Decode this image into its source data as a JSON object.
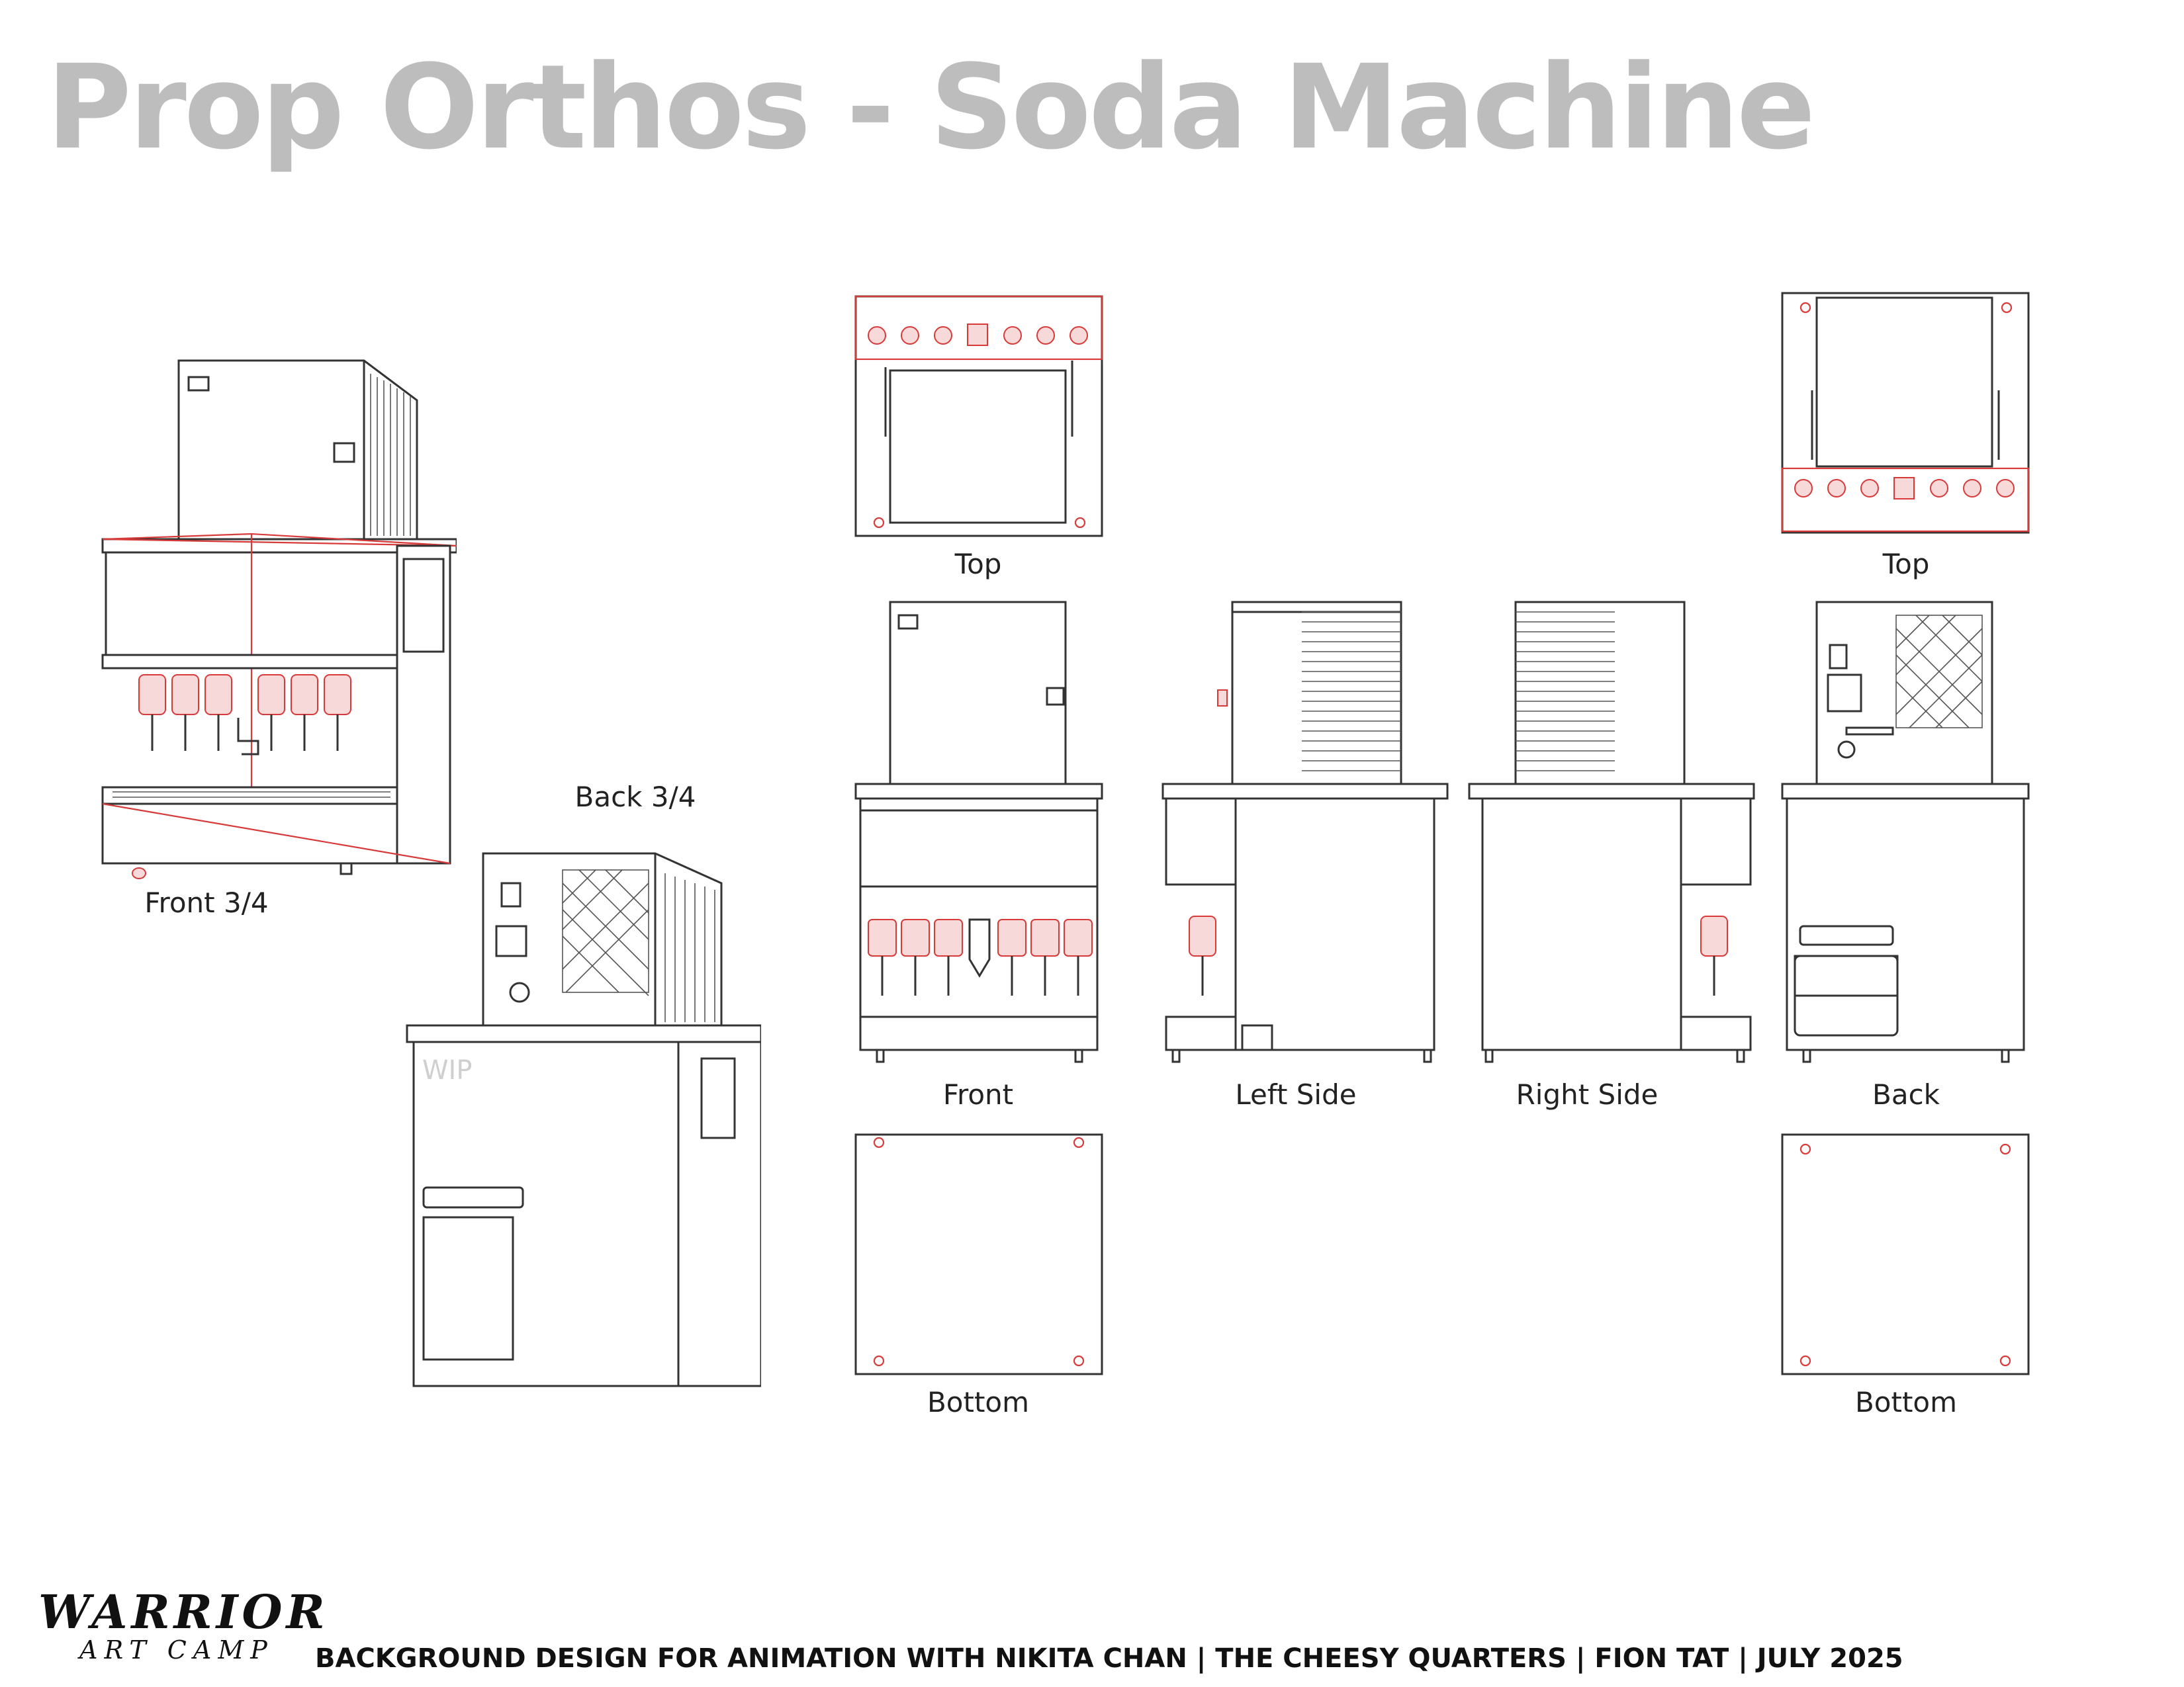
{
  "title": "Prop Orthos - Soda Machine",
  "labels": {
    "front34": "Front 3/4",
    "back34": "Back 3/4",
    "top_front": "Top",
    "top_back": "Top",
    "front": "Front",
    "left_side": "Left Side",
    "right_side": "Right Side",
    "back": "Back",
    "bottom_front": "Bottom",
    "bottom_back": "Bottom"
  },
  "wip": "WIP",
  "logo": {
    "top": "WARRIOR",
    "sub": "ART CAMP"
  },
  "footer": "BACKGROUND DESIGN FOR ANIMATION WITH NIKITA CHAN  |  THE CHEESY QUARTERS  |  FION TAT  |  JULY 2025",
  "colors": {
    "title": "#bdbdbd",
    "line": "#333333",
    "construction": "#d83a3a",
    "logo_accent": "#f08a1c"
  }
}
